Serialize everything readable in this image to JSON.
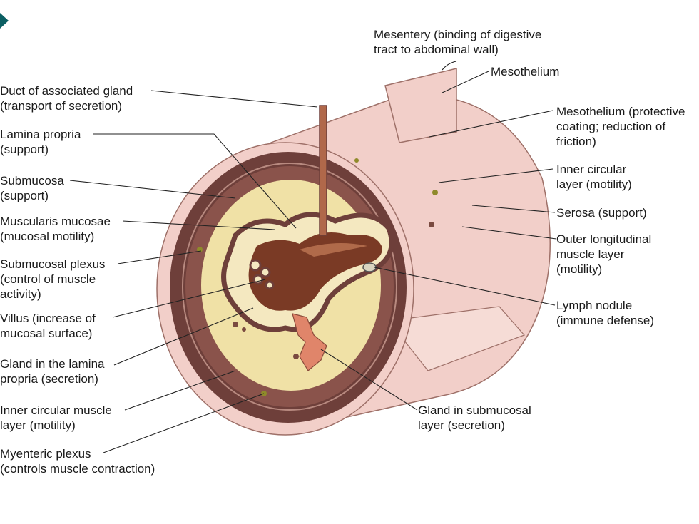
{
  "colors": {
    "outer_pink": "#f2cfc9",
    "outer_pink_dark": "#d8aaa2",
    "muscle_dark": "#6e3f3a",
    "muscle_mid": "#8a534b",
    "submucosa": "#f0e1a6",
    "submucosa_dark": "#e4cf86",
    "lumen": "#7a3a25",
    "lumen_light": "#b06a4a",
    "gland": "#e0856a",
    "plexus": "#8f8a2a",
    "leader": "#222222",
    "accent": "#0b5f63"
  },
  "labels": {
    "mesentery": [
      "Mesentery (binding of digestive",
      "tract to abdominal wall)"
    ],
    "mesothelium_top": [
      "Mesothelium"
    ],
    "duct": [
      "Duct of associated gland",
      "(transport of secretion)"
    ],
    "lamina_propria": [
      "Lamina propria",
      "(support)"
    ],
    "submucosa": [
      "Submucosa",
      "(support)"
    ],
    "muscularis_mucosae": [
      "Muscularis mucosae",
      "(mucosal motility)"
    ],
    "submucosal_plexus": [
      "Submucosal plexus",
      "(control of muscle",
      "activity)"
    ],
    "villus": [
      "Villus (increase of",
      "mucosal surface)"
    ],
    "gland_lamina": [
      "Gland in the lamina",
      "propria (secretion)"
    ],
    "inner_circular_muscle": [
      "Inner circular muscle",
      "layer (motility)"
    ],
    "myenteric_plexus": [
      "Myenteric plexus",
      "(controls muscle contraction)"
    ],
    "mesothelium_protective": [
      "Mesothelium (protective",
      "coating; reduction of",
      "friction)"
    ],
    "inner_circular_layer": [
      "Inner circular",
      "layer (motility)"
    ],
    "serosa": [
      "Serosa (support)"
    ],
    "outer_longitudinal": [
      "Outer longitudinal",
      "muscle layer",
      "(motility)"
    ],
    "lymph_nodule": [
      "Lymph nodule",
      "(immune defense)"
    ],
    "gland_submucosal": [
      "Gland in submucosal",
      "layer (secretion)"
    ]
  }
}
